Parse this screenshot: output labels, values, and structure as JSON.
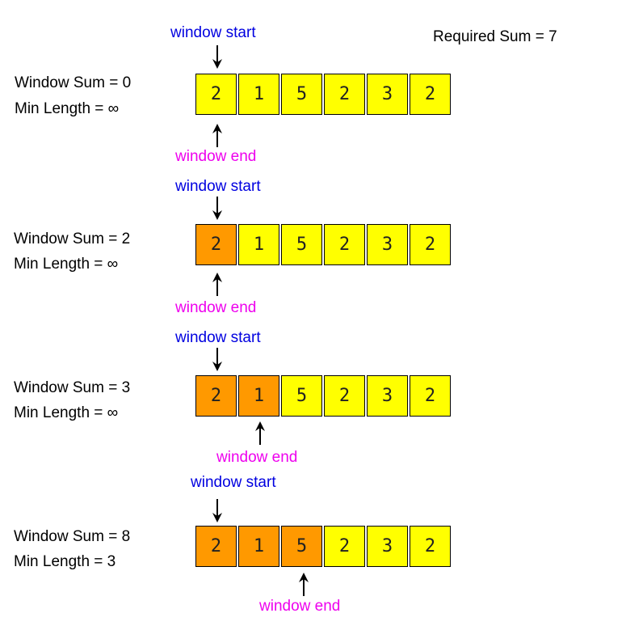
{
  "required_sum": "Required Sum = 7",
  "colors": {
    "default_cell": "#ffff00",
    "window_cell": "#ff9900",
    "start_label": "#0000e0",
    "end_label": "#ee00ee"
  },
  "steps": [
    {
      "window_sum": "Window Sum = 0",
      "min_length": "Min Length = ∞",
      "start_label": "window start",
      "end_label": "window end",
      "values": [
        "2",
        "1",
        "5",
        "2",
        "3",
        "2"
      ],
      "highlighted": []
    },
    {
      "window_sum": "Window Sum = 2",
      "min_length": "Min Length = ∞",
      "start_label": "window start",
      "end_label": "window end",
      "values": [
        "2",
        "1",
        "5",
        "2",
        "3",
        "2"
      ],
      "highlighted": [
        0
      ]
    },
    {
      "window_sum": "Window Sum = 3",
      "min_length": "Min Length = ∞",
      "start_label": "window start",
      "end_label": "window end",
      "values": [
        "2",
        "1",
        "5",
        "2",
        "3",
        "2"
      ],
      "highlighted": [
        0,
        1
      ]
    },
    {
      "window_sum": "Window Sum = 8",
      "min_length": "Min Length = 3",
      "start_label": "window start",
      "end_label": "window end",
      "values": [
        "2",
        "1",
        "5",
        "2",
        "3",
        "2"
      ],
      "highlighted": [
        0,
        1,
        2
      ]
    }
  ]
}
